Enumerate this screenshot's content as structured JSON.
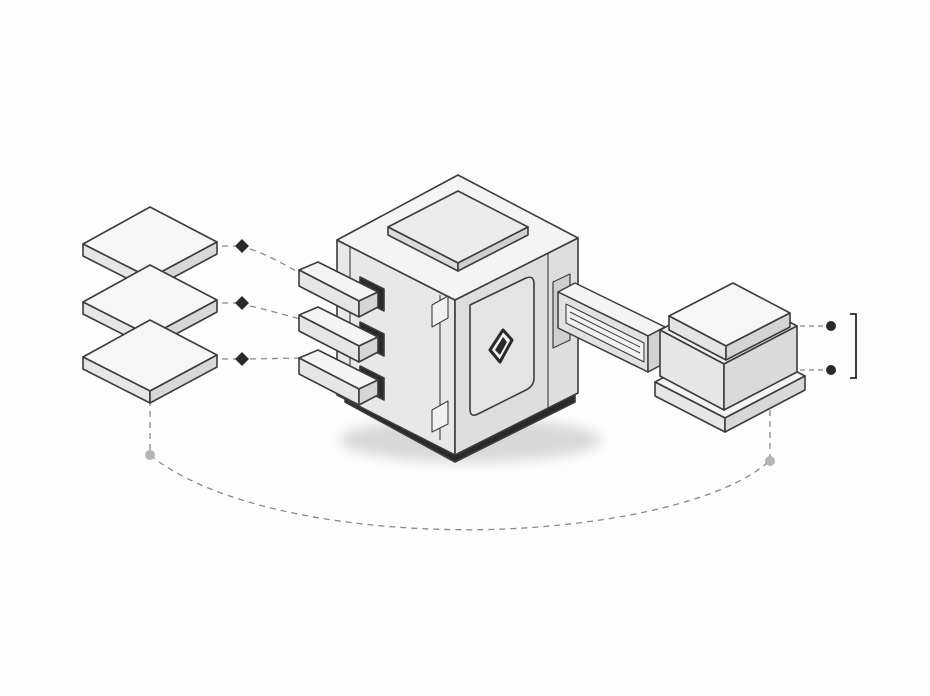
{
  "colors": {
    "background": "#fdfdfd",
    "outline": "#3c3c3c",
    "face_top": "#f6f6f6",
    "face_left": "#e6e6e6",
    "face_right": "#d8d8d8",
    "dark_accent": "#2a2a2a",
    "connector": "#888888",
    "dot_gray": "#b5b5b5"
  },
  "diagram": {
    "input_layers": [
      {
        "name": "input-layer-1",
        "icon": "diamond"
      },
      {
        "name": "input-layer-2",
        "icon": "diamond"
      },
      {
        "name": "input-layer-3",
        "icon": "diamond"
      }
    ],
    "central_unit": {
      "port_count": 3,
      "badge_icon": "diamond-icon"
    },
    "output_unit": {
      "terminal_count": 2,
      "icon": "bracket"
    }
  }
}
